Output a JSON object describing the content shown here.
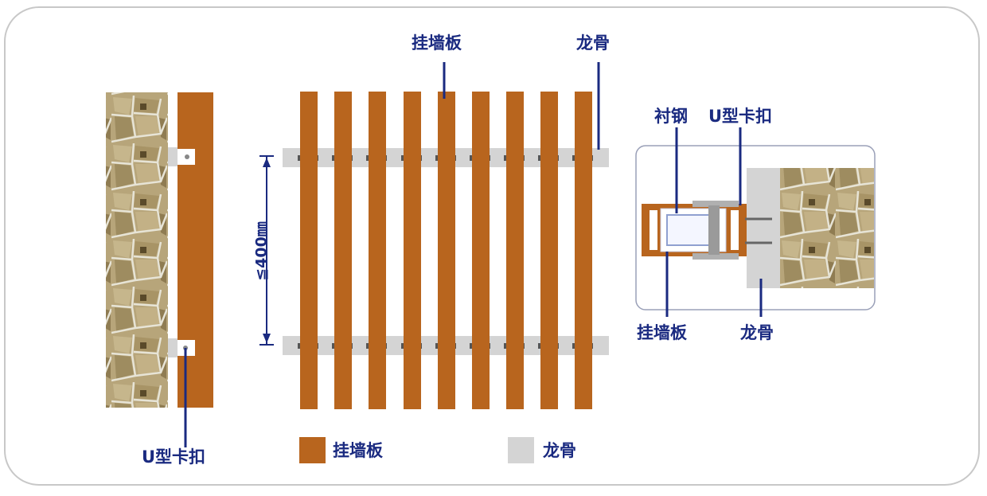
{
  "colors": {
    "panel": "#b8651e",
    "keel": "#d4d4d4",
    "ink": "#1a2a80",
    "stone_base": "#b7a57a",
    "stone_grout": "#e7e4d6",
    "frame": "#c8c8c8"
  },
  "labels": {
    "u_clip_left": "U型卡扣",
    "wall_panel_top": "挂墙板",
    "keel_top": "龙骨",
    "spacing": "≦400㎜",
    "lining_steel": "衬钢",
    "u_clip_detail": "U型卡扣",
    "wall_panel_detail": "挂墙板",
    "keel_detail": "龙骨"
  },
  "legend": [
    {
      "label": "挂墙板",
      "color": "#b8651e"
    },
    {
      "label": "龙骨",
      "color": "#d4d4d4"
    }
  ]
}
